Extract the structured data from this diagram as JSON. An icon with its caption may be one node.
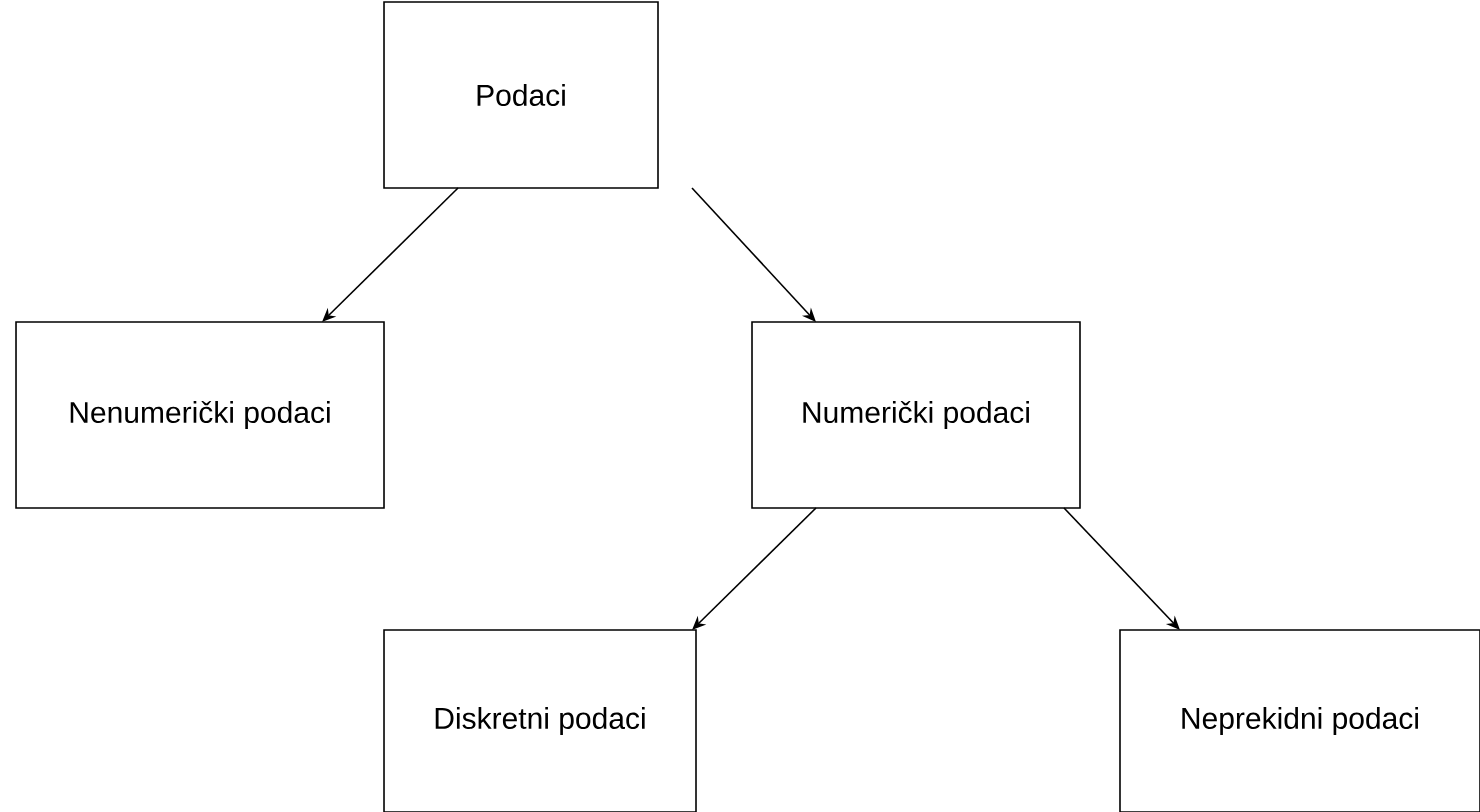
{
  "diagram": {
    "nodes": [
      {
        "text": [
          "Podaci"
        ]
      },
      {
        "text": [
          "Nenumerički podaci"
        ]
      },
      {
        "text": [
          "Numerički podaci"
        ]
      },
      {
        "text": [
          "Diskretni podaci"
        ]
      },
      {
        "text": [
          "Neprekidni podaci"
        ]
      }
    ],
    "edges": [
      {
        "from": 0,
        "to": 1,
        "arrow": "to"
      },
      {
        "from": 0,
        "to": 2,
        "arrow": "to"
      },
      {
        "from": 2,
        "to": 3,
        "arrow": "to"
      },
      {
        "from": 2,
        "to": 4,
        "arrow": "to"
      }
    ]
  }
}
